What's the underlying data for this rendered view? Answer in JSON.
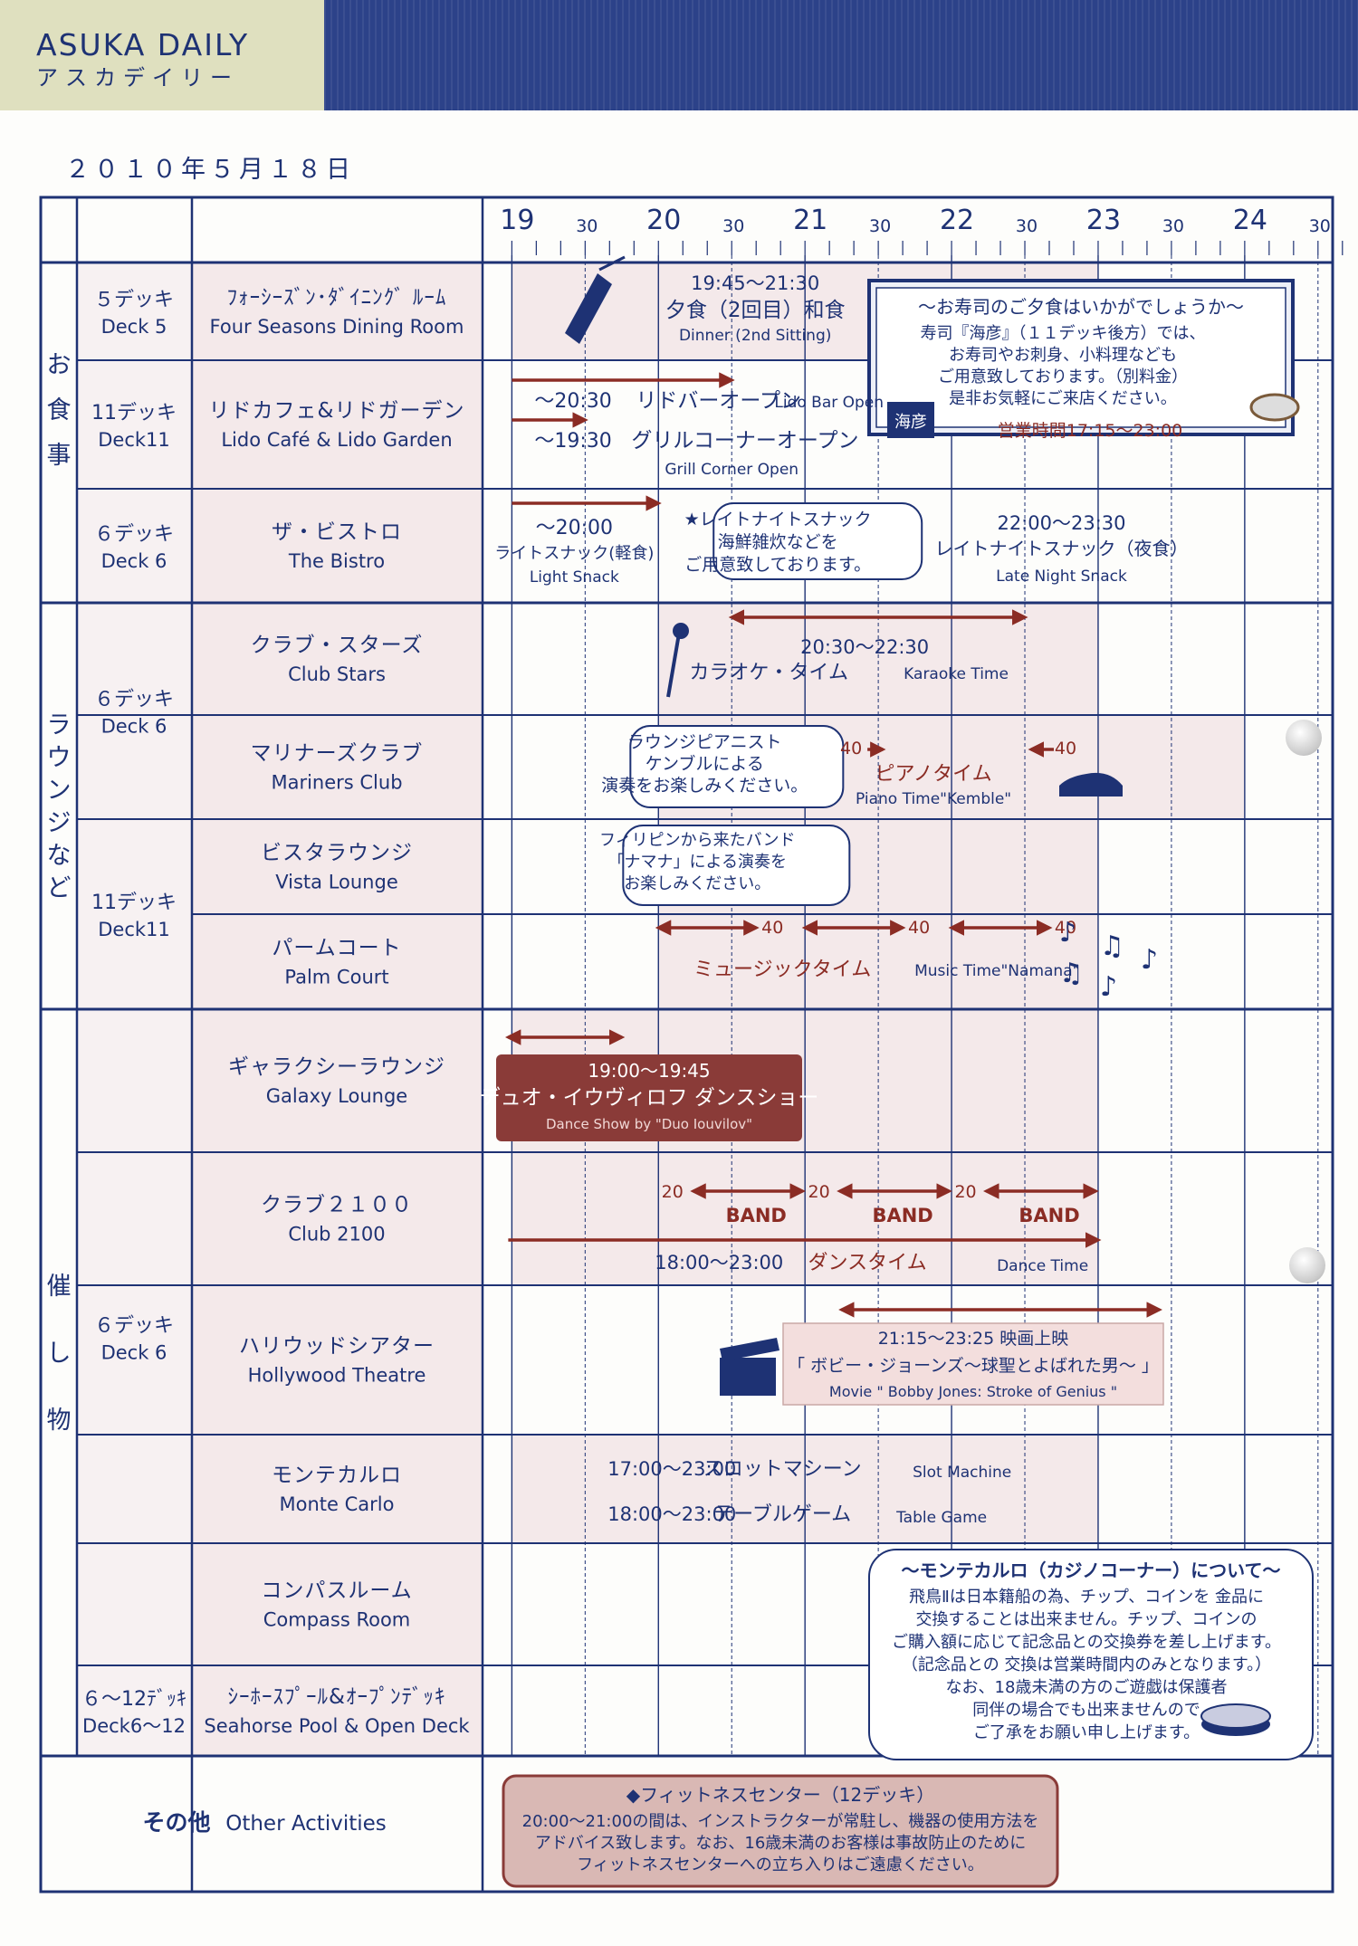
{
  "header": {
    "brand": "ASUKA DAILY",
    "brand_sub": "アスカデイリー",
    "date": "２０１０年５月１８日"
  },
  "timeline": {
    "hours": [
      "19",
      "20",
      "21",
      "22",
      "23",
      "24"
    ],
    "half": "30"
  },
  "sections": {
    "meals": "お食事",
    "lounge": "ラウンジなど",
    "events": "催し物"
  },
  "decks": {
    "d5": {
      "jp": "５デッキ",
      "en": "Deck 5"
    },
    "d11a": {
      "jp": "11デッキ",
      "en": "Deck11"
    },
    "d6a": {
      "jp": "６デッキ",
      "en": "Deck 6"
    },
    "d6b": {
      "jp": "６デッキ",
      "en": "Deck 6"
    },
    "d11b": {
      "jp": "11デッキ",
      "en": "Deck11"
    },
    "d6c": {
      "jp": "６デッキ",
      "en": "Deck 6"
    },
    "d612": {
      "jp": "６〜12ﾃﾞｯｷ",
      "en": "Deck6〜12"
    }
  },
  "venues": {
    "four": {
      "jp": "ﾌｫｰｼｰｽﾞﾝ･ﾀﾞｲﾆﾝｸﾞ ﾙｰﾑ",
      "en": "Four Seasons Dining Room"
    },
    "lido": {
      "jp": "リドカフェ&リドガーデン",
      "en": "Lido Café & Lido Garden"
    },
    "bistro": {
      "jp": "ザ・ビストロ",
      "en": "The Bistro"
    },
    "stars": {
      "jp": "クラブ・スターズ",
      "en": "Club Stars"
    },
    "mariners": {
      "jp": "マリナーズクラブ",
      "en": "Mariners Club"
    },
    "vista": {
      "jp": "ビスタラウンジ",
      "en": "Vista Lounge"
    },
    "palm": {
      "jp": "パームコート",
      "en": "Palm Court"
    },
    "galaxy": {
      "jp": "ギャラクシーラウンジ",
      "en": "Galaxy Lounge"
    },
    "club2100": {
      "jp": "クラブ２１００",
      "en": "Club 2100"
    },
    "hollywood": {
      "jp": "ハリウッドシアター",
      "en": "Hollywood Theatre"
    },
    "monte": {
      "jp": "モンテカルロ",
      "en": "Monte Carlo"
    },
    "compass": {
      "jp": "コンパスルーム",
      "en": "Compass Room"
    },
    "seahorse": {
      "jp": "ｼｰﾎｰｽﾌﾟｰﾙ&ｵｰﾌﾟﾝﾃﾞｯｷ",
      "en": "Seahorse Pool & Open Deck"
    },
    "other": {
      "jp": "その他",
      "en": "Other Activities"
    }
  },
  "events": {
    "dinner": {
      "time": "19:45〜21:30",
      "title": "夕食（2回目）和食",
      "en": "Dinner (2nd Sitting)"
    },
    "sushi": {
      "title": "〜お寿司のご夕食はいかがでしょうか〜",
      "lines": [
        "寿司『海彦』（１１デッキ後方）では、",
        "お寿司やお刺身、小料理なども",
        "ご用意致しております。（別料金）",
        "是非お気軽にご来店ください。"
      ],
      "hours": "営業時間17:15〜23:00",
      "logo": "海彦"
    },
    "lido_bar": {
      "time": "〜20:30",
      "title": "リドバーオープン",
      "en": "Lido Bar Open"
    },
    "grill": {
      "time": "〜19:30",
      "title": "グリルコーナーオープン",
      "en": "Grill Corner Open"
    },
    "light": {
      "time": "〜20:00",
      "title": "ライトスナック(軽食)",
      "en": "Light Snack"
    },
    "late_callout": {
      "title": "★レイトナイトスナック",
      "lines": [
        "海鮮雑炊などを",
        "ご用意致しております。"
      ]
    },
    "late": {
      "time": "22:00〜23:30",
      "title": "レイトナイトスナック（夜食）",
      "en": "Late Night Snack"
    },
    "karaoke": {
      "time": "20:30〜22:30",
      "title": "カラオケ・タイム",
      "en": "Karaoke Time"
    },
    "pianist_callout": {
      "lines": [
        "ラウンジピアニスト",
        "ケンブルによる",
        "演奏をお楽しみください。"
      ]
    },
    "piano": {
      "title": "ピアノタイム",
      "en": "Piano Time\"Kemble\"",
      "m1": "40",
      "m2": "40"
    },
    "band_callout": {
      "lines": [
        "フィリピンから来たバンド",
        "「ナマナ」による演奏を",
        "お楽しみください。"
      ]
    },
    "music": {
      "title": "ミュージックタイム",
      "en": "Music Time\"Namana\"",
      "m1": "40",
      "m2": "40",
      "m3": "40"
    },
    "dance": {
      "time": "19:00〜19:45",
      "title": "デュオ・イウヴィロフ ダンスショー",
      "en": "Dance Show by  \"Duo Iouvilov\""
    },
    "band": {
      "label": "BAND",
      "mark": "20"
    },
    "dancetime": {
      "time": "18:00〜23:00",
      "title": "ダンスタイム",
      "en": "Dance Time"
    },
    "movie": {
      "time": "21:15〜23:25  映画上映",
      "title": "「 ボビー・ジョーンズ〜球聖とよばれた男〜 」",
      "en": "Movie \" Bobby Jones: Stroke of Genius \""
    },
    "slot": {
      "time": "17:00〜23:00",
      "title": "スロットマシーン",
      "en": "Slot Machine"
    },
    "table": {
      "time": "18:00〜23:00",
      "title": "テーブルゲーム",
      "en": "Table Game"
    },
    "casino": {
      "title": "〜モンテカルロ（カジノコーナー）について〜",
      "lines": [
        "飛鳥Ⅱは日本籍船の為、チップ、コインを 金品に",
        "交換することは出来ません。チップ、コインの",
        "ご購入額に応じて記念品との交換券を差し上げます。",
        "（記念品との 交換は営業時間内のみとなります。）",
        "なお、18歳未満の方のご遊戯は保護者",
        "同伴の場合でも出来ませんので",
        "ご了承をお願い申し上げます。"
      ]
    },
    "fitness": {
      "title": "◆フィットネスセンター（12デッキ）",
      "lines": [
        "20:00〜21:00の間は、インストラクターが常駐し、機器の使用方法を",
        "アドバイス致します。なお、16歳未満のお客様は事故防止のために",
        "フィットネスセンターへの立ち入りはご遠慮ください。"
      ]
    }
  },
  "colors": {
    "navy": "#1e3274",
    "arrow": "#8b2c24",
    "band": "#f4e9ea",
    "darkbox": "#8a3b38"
  }
}
